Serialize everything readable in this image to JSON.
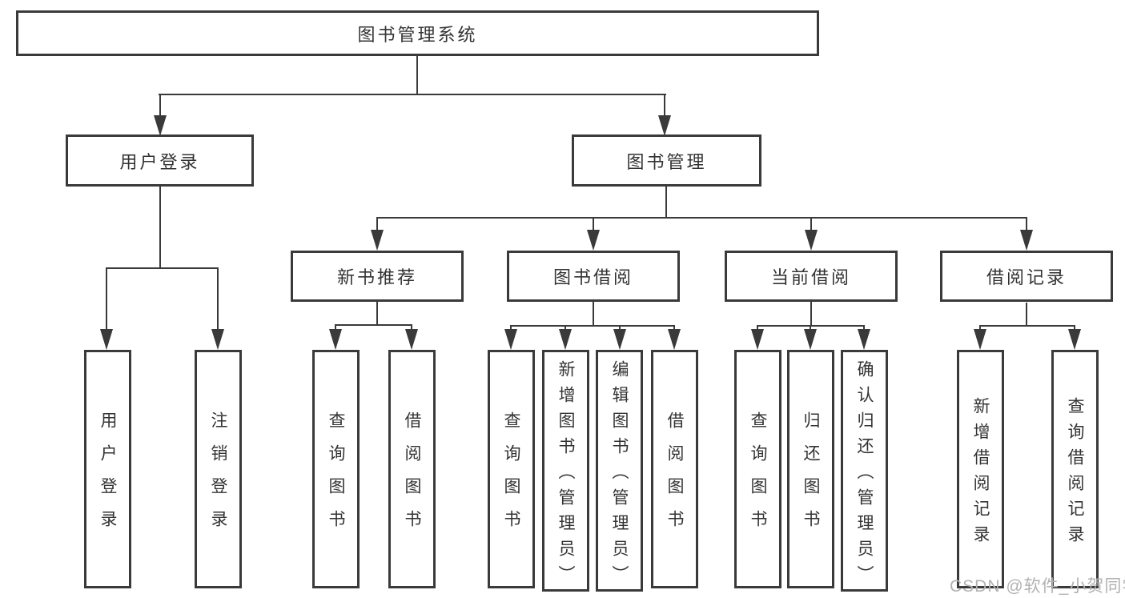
{
  "nodes": {
    "root": "图书管理系统",
    "user_login_group": "用户登录",
    "book_management_group": "图书管理",
    "new_book_recommendation": "新书推荐",
    "book_borrowing": "图书借阅",
    "current_borrowing": "当前借阅",
    "borrowing_records": "借阅记录",
    "leaf_user_login": "用户登录",
    "leaf_logout": "注销登录",
    "leaf_query_books_1": "查询图书",
    "leaf_borrow_books_1": "借阅图书",
    "leaf_query_books_2": "查询图书",
    "leaf_add_books_admin": "新增图书（管理员）",
    "leaf_edit_books_admin": "编辑图书（管理员）",
    "leaf_borrow_books_2": "借阅图书",
    "leaf_query_books_3": "查询图书",
    "leaf_return_books": "归还图书",
    "leaf_confirm_return_admin": "确认归还（管理员）",
    "leaf_add_borrow_record": "新增借阅记录",
    "leaf_query_borrow_record": "查询借阅记录"
  },
  "watermark": "CSDN @软件_小贺同学",
  "colors": {
    "line": "#3a3a3a",
    "text": "#333333",
    "watermark": "#b2b2b2",
    "background": "#ffffff"
  }
}
